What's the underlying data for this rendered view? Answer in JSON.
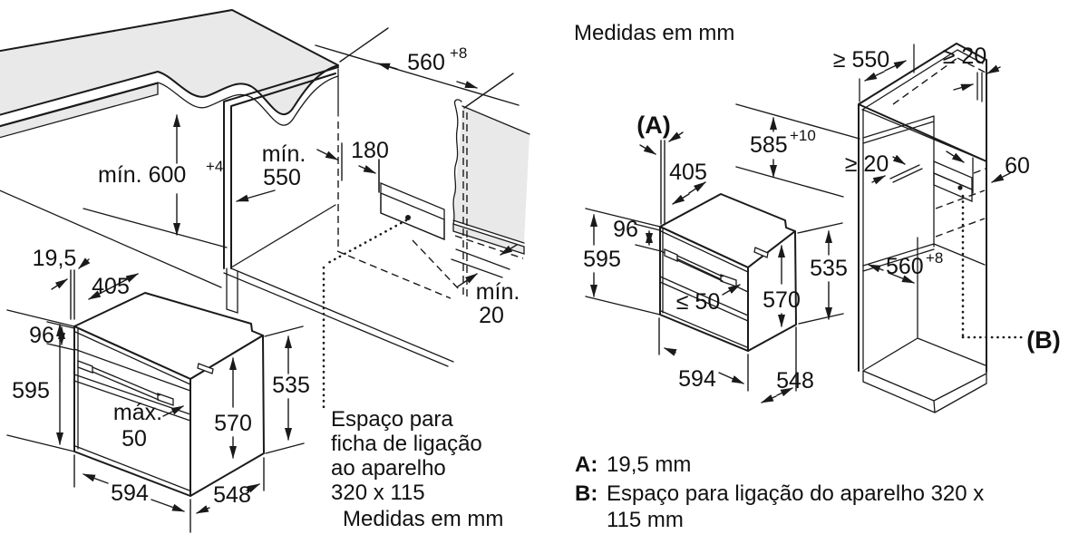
{
  "left": {
    "dims": {
      "top_width": {
        "main": "560",
        "sup": "+8"
      },
      "niche_height": {
        "main": "mín. 600",
        "sup": "+4"
      },
      "depth_line1": "mín.",
      "depth_line2": "550",
      "vent_offset": "180",
      "rear_gap_line1": "mín.",
      "rear_gap_line2": "20",
      "frame": "19,5",
      "top_depth": "405",
      "panel_height": "96",
      "height": "595",
      "handle_line1": "máx.",
      "handle_line2": "50",
      "door_height": "570",
      "body_height": "535",
      "width": "594",
      "body_depth": "548"
    },
    "note_line1": "Espaço para",
    "note_line2": "ficha de ligação",
    "note_line3": "ao aparelho",
    "note_line4": "320 x 115",
    "units": "Medidas em mm"
  },
  "right": {
    "title": "Medidas em mm",
    "ref_a": "(A)",
    "ref_b": "(B)",
    "dims": {
      "top_depth": "405",
      "niche_height": {
        "main": "585",
        "sup": "+10"
      },
      "depth": "≥ 550",
      "top_gap": "≥ 20",
      "shelf_gap": "≥ 20",
      "vent_depth": "60",
      "panel_height": "96",
      "height": "595",
      "handle": "≤ 50",
      "door_height": "570",
      "body_height": "535",
      "niche_width": {
        "main": "560",
        "sup": "+8"
      },
      "width": "594",
      "body_depth": "548"
    },
    "legend": {
      "a_key": "A:",
      "a_value": "19,5 mm",
      "b_key": "B:",
      "b_value": "Espaço para ligação do aparelho 320 x",
      "b_value_cont": "115 mm"
    }
  }
}
